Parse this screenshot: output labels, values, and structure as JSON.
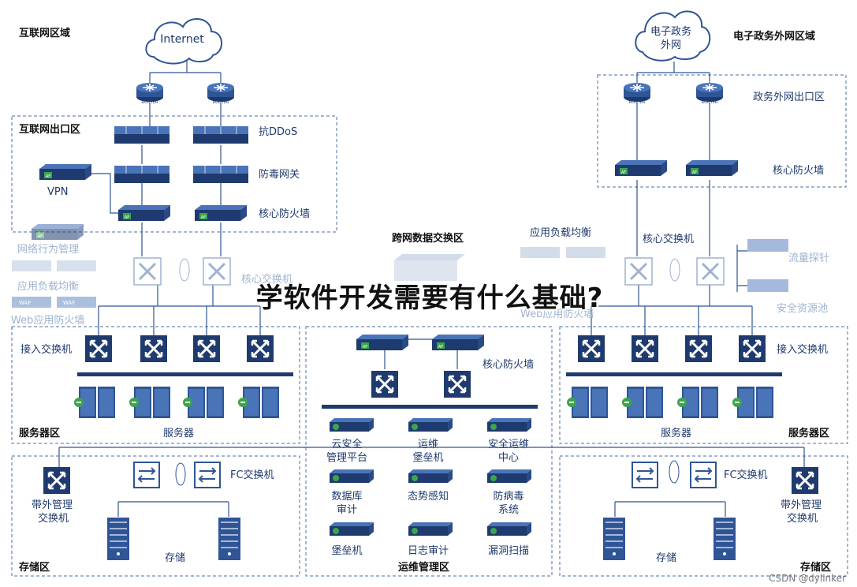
{
  "title": "学软件开发需要有什么基础?",
  "watermark": "CSDN @dylinker",
  "regions": {
    "internet_zone": "互联网区域",
    "internet_exit": "互联网出口区",
    "gov_zone": "电子政务外网区域",
    "gov_exit": "政务外网出口区",
    "cross_net": "跨网数据交换区",
    "ops_mgmt": "运维管理区",
    "server_left": "服务器区",
    "server_right": "服务器区",
    "storage_left": "存储区",
    "storage_right": "存储区"
  },
  "clouds": {
    "internet": "Internet",
    "gov_line1": "电子政务",
    "gov_line2": "外网"
  },
  "router_label": "ROUTER",
  "labels": {
    "anti_ddos": "抗DDoS",
    "antivirus_gw": "防毒网关",
    "core_fw_left": "核心防火墙",
    "vpn": "VPN",
    "behavior_mgmt": "网络行为管理",
    "lb_left": "应用负载均衡",
    "waf_left": "Web应用防火墙",
    "core_switch_left": "核心交换机",
    "access_switch_left": "接入交换机",
    "servers_left": "服务器",
    "oob_switch_left_1": "带外管理",
    "oob_switch_left_2": "交换机",
    "fc_switch_left": "FC交换机",
    "storage_left": "存储",
    "core_fw_gov": "核心防火墙",
    "lb_right": "应用负载均衡",
    "core_switch_right": "核心交换机",
    "flow_probe": "流量探针",
    "security_pool": "安全资源池",
    "waf_right": "Web应用防火墙",
    "access_switch_right": "接入交换机",
    "servers_right": "服务器",
    "fc_switch_right": "FC交换机",
    "oob_switch_right_1": "带外管理",
    "oob_switch_right_2": "交换机",
    "storage_right": "存储",
    "core_fw_mid": "核心防火墙",
    "waf_tag": "WAF",
    "ac_tag": "AC",
    "af_tag": "AF"
  },
  "ops_items": [
    {
      "line1": "云安全",
      "line2": "管理平台"
    },
    {
      "line1": "运维",
      "line2": "堡垒机"
    },
    {
      "line1": "安全运维",
      "line2": "中心"
    },
    {
      "line1": "数据库",
      "line2": "审计"
    },
    {
      "line1": "态势感知",
      "line2": ""
    },
    {
      "line1": "防病毒",
      "line2": "系统"
    },
    {
      "line1": "堡垒机",
      "line2": ""
    },
    {
      "line1": "日志审计",
      "line2": ""
    },
    {
      "line1": "漏洞扫描",
      "line2": ""
    }
  ],
  "colors": {
    "navy": "#1f3a6e",
    "device_blue": "#2f5597",
    "accent_green": "#3aa64a",
    "dashed_border": "#4a6fa5",
    "faded": "#9fb3cf"
  }
}
